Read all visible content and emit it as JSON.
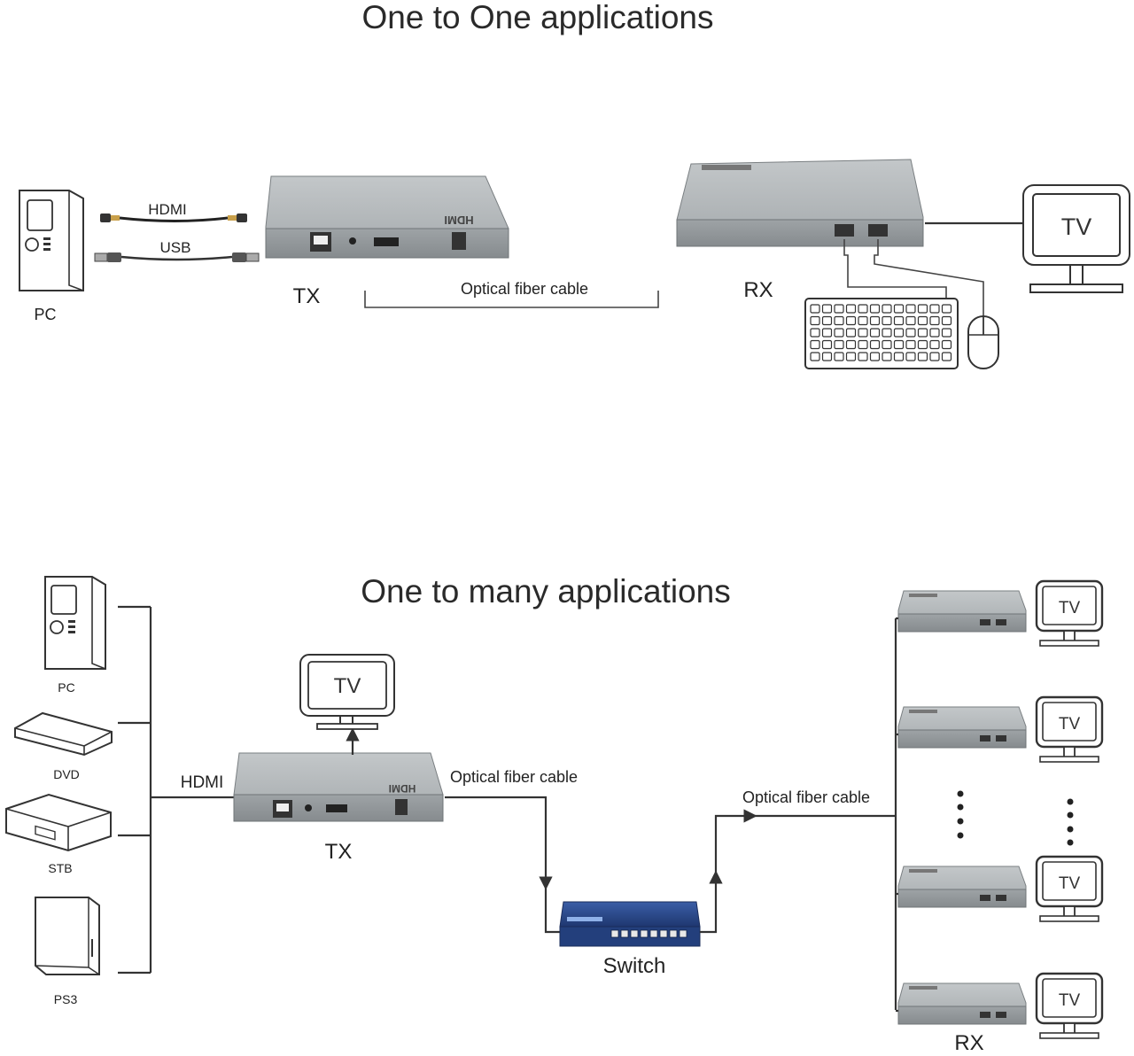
{
  "top": {
    "title": "One to  One  applications",
    "pc_label": "PC",
    "hdmi_cable_label": "HDMI",
    "usb_cable_label": "USB",
    "tx_label": "TX",
    "fiber_label": "Optical fiber cable",
    "rx_label": "RX",
    "tv_text": "TV"
  },
  "bottom": {
    "title": "One to many applications",
    "sources": [
      "PC",
      "DVD",
      "STB",
      "PS3"
    ],
    "hdmi_label": "HDMI",
    "tx_label": "TX",
    "tx_tv_text": "TV",
    "fiber_label_left": "Optical fiber cable",
    "switch_label": "Switch",
    "fiber_label_right": "Optical fiber cable",
    "rx_label": "RX",
    "rx_tv_text": [
      "TV",
      "TV",
      "TV",
      "TV"
    ]
  },
  "colors": {
    "device_gray": "#a9aeb0",
    "device_dark": "#8b9093",
    "switch_blue": "#2b4a8a",
    "line": "#333333"
  }
}
